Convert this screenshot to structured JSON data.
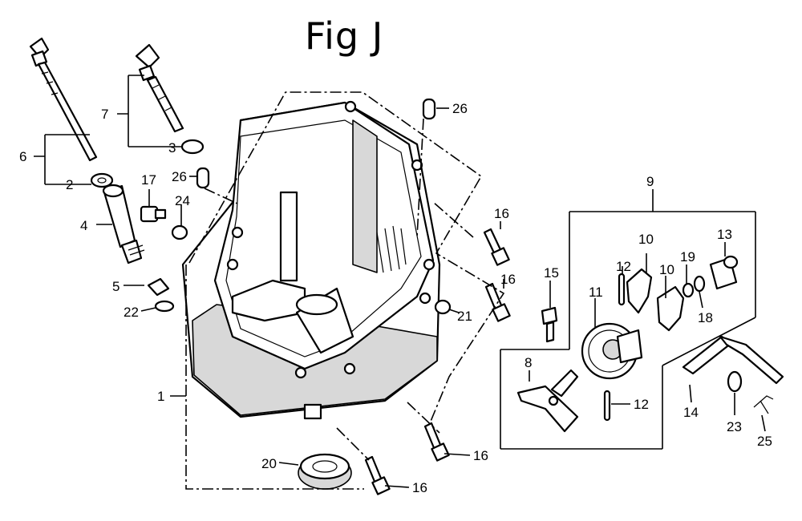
{
  "title": "Fig J",
  "callouts": {
    "c1": "1",
    "c2": "2",
    "c3": "3",
    "c4": "4",
    "c5": "5",
    "c6": "6",
    "c7": "7",
    "c8": "8",
    "c9": "9",
    "c10a": "10",
    "c10b": "10",
    "c11": "11",
    "c12a": "12",
    "c12b": "12",
    "c13": "13",
    "c14": "14",
    "c15": "15",
    "c16a": "16",
    "c16b": "16",
    "c16c": "16",
    "c16d": "16",
    "c17": "17",
    "c18": "18",
    "c19": "19",
    "c20": "20",
    "c21": "21",
    "c22": "22",
    "c23": "23",
    "c24": "24",
    "c25": "25",
    "c26a": "26",
    "c26b": "26"
  }
}
